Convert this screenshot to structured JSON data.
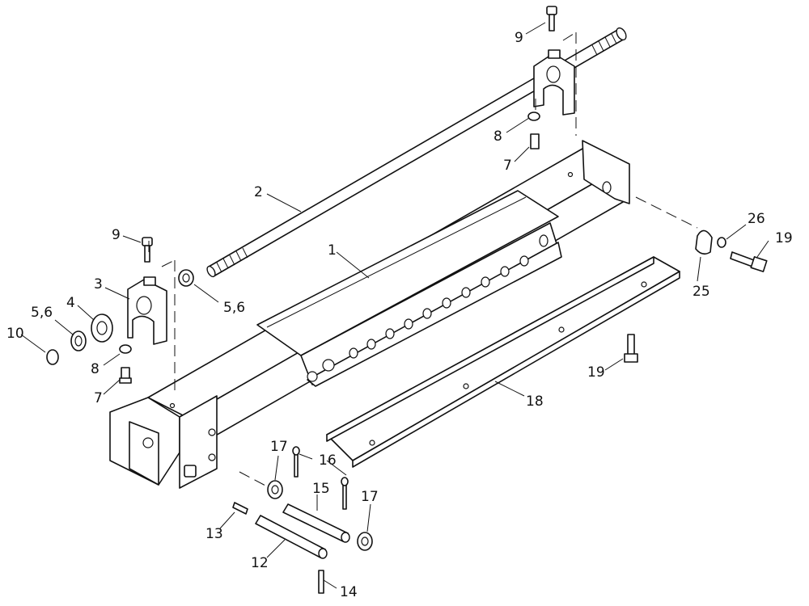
{
  "callouts": [
    {
      "id": "c1",
      "label": "1"
    },
    {
      "id": "c2",
      "label": "2"
    },
    {
      "id": "c3",
      "label": "3"
    },
    {
      "id": "c4",
      "label": "4"
    },
    {
      "id": "c56a",
      "label": "5,6"
    },
    {
      "id": "c56b",
      "label": "5,6"
    },
    {
      "id": "c7a",
      "label": "7"
    },
    {
      "id": "c7b",
      "label": "7"
    },
    {
      "id": "c8a",
      "label": "8"
    },
    {
      "id": "c8b",
      "label": "8"
    },
    {
      "id": "c9a",
      "label": "9"
    },
    {
      "id": "c9b",
      "label": "9"
    },
    {
      "id": "c10",
      "label": "10"
    },
    {
      "id": "c12",
      "label": "12"
    },
    {
      "id": "c13",
      "label": "13"
    },
    {
      "id": "c14",
      "label": "14"
    },
    {
      "id": "c15",
      "label": "15"
    },
    {
      "id": "c16",
      "label": "16"
    },
    {
      "id": "c17a",
      "label": "17"
    },
    {
      "id": "c17b",
      "label": "17"
    },
    {
      "id": "c18",
      "label": "18"
    },
    {
      "id": "c19a",
      "label": "19"
    },
    {
      "id": "c19b",
      "label": "19"
    },
    {
      "id": "c25",
      "label": "25"
    },
    {
      "id": "c26",
      "label": "26"
    }
  ]
}
